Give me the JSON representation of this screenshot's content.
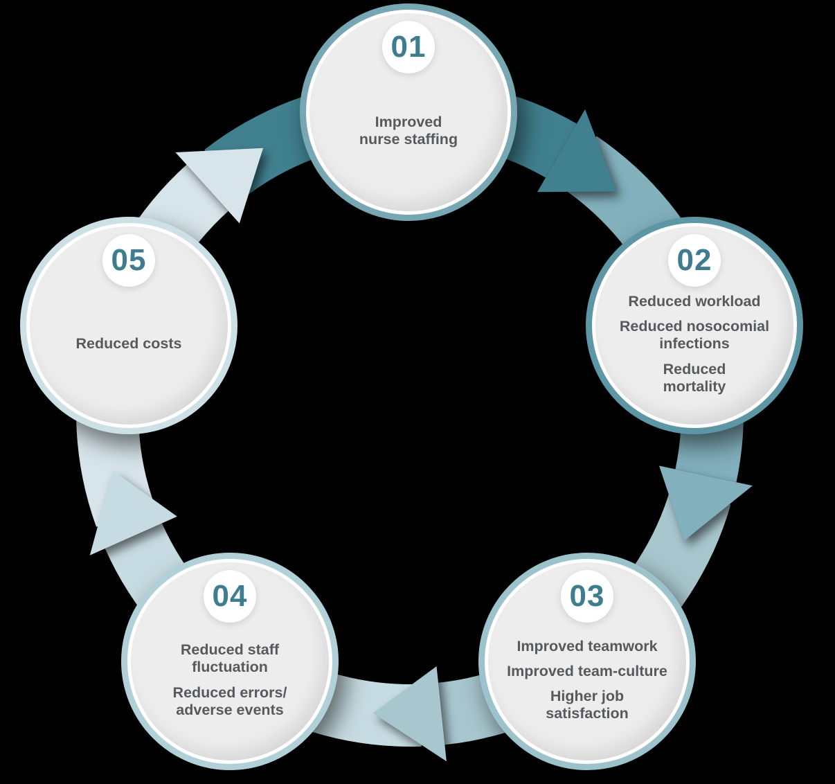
{
  "diagram": {
    "type": "cycle",
    "direction": "clockwise",
    "background_color": "#000000",
    "node_fill_color": "#ededee",
    "number_color": "#3e7d8d",
    "text_color": "#58595b",
    "nodes": [
      {
        "number": "01",
        "border_color": "#78a7b4",
        "items": [
          [
            "Improved",
            "nurse staffing"
          ]
        ]
      },
      {
        "number": "02",
        "border_color": "#5d96a5",
        "items": [
          [
            "Reduced workload"
          ],
          [
            "Reduced nosocomial",
            "infections"
          ],
          [
            "Reduced",
            "mortality"
          ]
        ]
      },
      {
        "number": "03",
        "border_color": "#9cc3cc",
        "items": [
          [
            "Improved teamwork"
          ],
          [
            "Improved team-culture"
          ],
          [
            "Higher job",
            "satisfaction"
          ]
        ]
      },
      {
        "number": "04",
        "border_color": "#b2d0d8",
        "items": [
          [
            "Reduced staff",
            "fluctuation"
          ],
          [
            "Reduced errors/",
            "adverse events"
          ]
        ]
      },
      {
        "number": "05",
        "border_color": "#cde0e6",
        "items": [
          [
            "Reduced costs"
          ]
        ]
      }
    ],
    "arrows": [
      {
        "from": "01",
        "to": "02",
        "color": "#41808f"
      },
      {
        "from": "02",
        "to": "03",
        "color": "#82b0bc"
      },
      {
        "from": "03",
        "to": "04",
        "color": "#a8c6ce"
      },
      {
        "from": "04",
        "to": "05",
        "color": "#c7dce2"
      },
      {
        "from": "05",
        "to": "01",
        "color": "#d7e5ea"
      }
    ]
  }
}
